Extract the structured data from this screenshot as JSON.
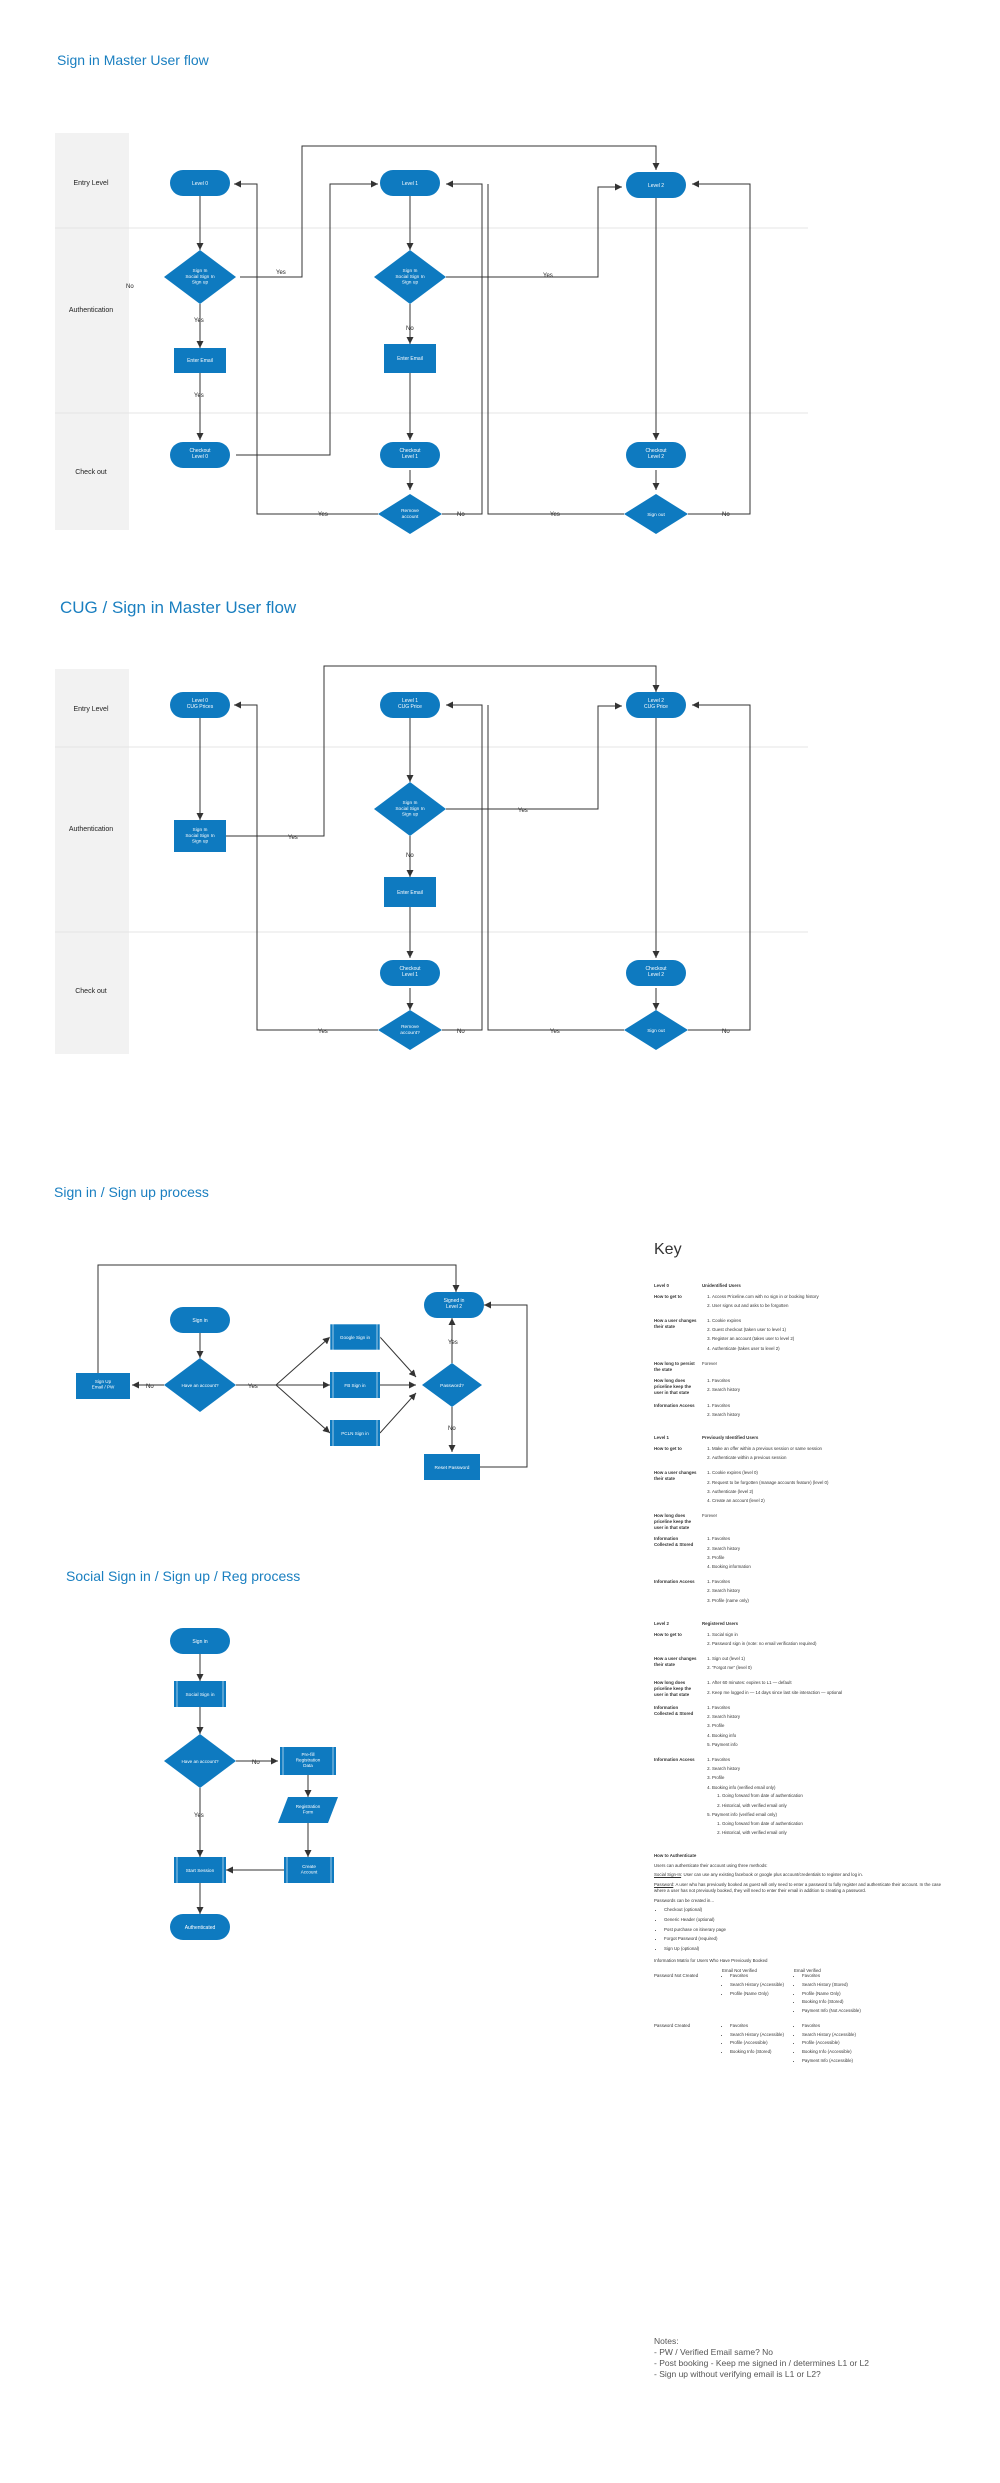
{
  "colors": {
    "accent": "#1a7fc0",
    "node": "#0e7ac0",
    "node_text": "#ffffff",
    "lane": "#f2f2f2",
    "line": "#333333",
    "title": "#1a7fc0"
  },
  "titles": {
    "f1": "Sign in Master User flow",
    "f2": "CUG / Sign in Master User flow",
    "f3": "Sign in / Sign up process",
    "f4": "Social Sign in / Sign up / Reg process"
  },
  "lanes": {
    "entry": "Entry Level",
    "auth": "Authentication",
    "checkout": "Check out"
  },
  "edge_labels": {
    "yes": "Yes",
    "no": "No"
  },
  "f1": {
    "level0": "Level 0",
    "level1": "Level 1",
    "level2": "Level 2",
    "sign_in": "Sign In\nSocial Sign In\nSign up",
    "enter_email": "Enter Email",
    "checkout0": "Checkout\nLevel 0",
    "checkout1": "Checkout\nLevel 1",
    "checkout2": "Checkout\nLevel 2",
    "remove": "Remove\naccount",
    "signout": "Sign out"
  },
  "f2": {
    "level0": "Level 0\nCUG Prices",
    "level1": "Level 1\nCUG Price",
    "level2": "Level 2\nCUG Price",
    "sign_in_box": "Sign In\nSocial Sign In\nSign up",
    "sign_in": "Sign In\nSocial Sign In\nSign up",
    "enter_email": "Enter Email",
    "checkout1": "Checkout\nLevel 1",
    "checkout2": "Checkout\nLevel 2",
    "remove": "Remove\naccount?",
    "signout": "Sign out"
  },
  "f3": {
    "signin": "Sign in",
    "have_account": "Have an account?",
    "signup_email": "Sign Up\nEmail / PW",
    "google": "Google Sign in",
    "fb": "FB Sign in",
    "pcln": "PCLN Sign in",
    "password": "Password?",
    "signed_in": "Signed in\nLevel 2",
    "reset": "Reset Password"
  },
  "f4": {
    "signin": "Sign in",
    "social": "Social Sign in",
    "have_account": "Have an account?",
    "prefill": "Pre-fill\nRegistration\nData",
    "reg_form": "Registration\nForm",
    "create": "Create\nAccount",
    "start": "Start Session",
    "auth": "Authenticated"
  },
  "key": {
    "title": "Key",
    "level0": {
      "name": "Level 0",
      "desc": "Unidentified Users",
      "rows": [
        {
          "label": "How to get to",
          "items": [
            "Access Priceline.com with no sign in or booking history",
            "User signs out and asks to be forgotten"
          ]
        },
        {
          "label": "How a user changes their state",
          "items": [
            "Cookie expires",
            "Guest checkout (taken user to level 1)",
            "Register an account (takes user to level 2)",
            "Authenticate (takes user to level 2)"
          ]
        },
        {
          "label": "How long to persist the state",
          "text": "Forever"
        },
        {
          "label": "How long does priceline keep the user in that state",
          "items": [
            "Favorites",
            "Search history"
          ]
        },
        {
          "label": "Information Access",
          "items": [
            "Favorites",
            "Search history"
          ]
        }
      ]
    },
    "level1": {
      "name": "Level 1",
      "desc": "Previously Identified Users",
      "rows": [
        {
          "label": "How to get to",
          "items": [
            "Make an offer within a previous session or same session",
            "Authenticate within a previous session"
          ]
        },
        {
          "label": "How a user changes their state",
          "items": [
            "Cookie expires (level 0)",
            "Request to be forgotten (manage accounts feature) (level 0)",
            "Authenticate (level 2)",
            "Create an account (level 2)"
          ]
        },
        {
          "label": "How long does priceline keep the user in that state",
          "text": "Forever"
        },
        {
          "label": "Information Collected & Stored",
          "items": [
            "Favorites",
            "Search history",
            "Profile",
            "Booking information"
          ]
        },
        {
          "label": "Information Access",
          "items": [
            "Favorites",
            "Search history",
            "Profile (name only)"
          ]
        }
      ]
    },
    "level2": {
      "name": "Level 2",
      "desc": "Registered Users",
      "rows": [
        {
          "label": "How to get to",
          "items": [
            "Social sign in",
            "Password sign in (note: no email verification required)"
          ]
        },
        {
          "label": "How a user changes their state",
          "items": [
            "Sign out (level 1)",
            "“Forgot me” (level 0)"
          ]
        },
        {
          "label": "How long does priceline keep the user in that state",
          "items": [
            "After 60 minutes: expires to L1 — default",
            "Keep me logged in — 14 days since last site interaction — optional"
          ]
        },
        {
          "label": "Information Collected & Stored",
          "items": [
            "Favorites",
            "Search history",
            "Profile",
            "Booking info",
            "Payment info"
          ]
        }
      ],
      "access_label": "Information Access",
      "access": [
        "Favorites",
        "Search history",
        "Profile",
        "Booking info (verified email only)",
        "Payment info (verified email only)"
      ],
      "booking_sub": [
        "Going forward from date of authentication",
        "Historical, with verified email only"
      ],
      "payment_sub": [
        "Going forward from date of authentication",
        "Historical, with verified email only"
      ]
    },
    "how_title": "How to Authenticate",
    "how_intro": "Users can authenticate their account using three methods:",
    "social_label": "Social Sign-In",
    "social_text": ": User can use any existing facebook or google plus account/credentials to register and log in.",
    "password_label": "Password",
    "password_text": ": A user who has previously booked as guest will only need to enter a password to fully register and authenticate their account. In the case where a user has not previously booked, they will need to enter their email in addition to creating a password.",
    "pw_created_in": "Passwords can be created in...",
    "pw_places": [
      "Checkout (optional)",
      "Generic Header (optional)",
      "Post purchase on itinerary page",
      "Forgot Password (required)",
      "Sign Up (optional)"
    ],
    "matrix_title": "Information Matrix for Users Who Have Previously Booked",
    "matrix_headers": [
      "Email Not Verified",
      "Email Verified"
    ],
    "pw_not_created": "Password Not Created",
    "pw_not_created_nv": [
      "Favorites",
      "Search History (Accessible)",
      "Profile (Name Only)"
    ],
    "pw_not_created_v": [
      "Favorites",
      "Search History (Stored)",
      "Profile (Name Only)",
      "Booking Info (Stored)",
      "Payment Info (Not Accessible)"
    ],
    "pw_created": "Password Created",
    "pw_created_nv": [
      "Favorites",
      "Search History (Accessible)",
      "Profile (Accessible)",
      "Booking Info (Stored)"
    ],
    "pw_created_v": [
      "Favorites",
      "Search History (Accessible)",
      "Profile (Accessible)",
      "Booking Info (Accessible)",
      "Payment Info (Accessible)"
    ]
  },
  "notes": {
    "title": "Notes:",
    "lines": [
      "- PW / Verified Email same? No",
      "- Post booking - Keep me signed in / determines L1 or L2",
      "- Sign up without verifying email is L1 or L2?"
    ]
  }
}
